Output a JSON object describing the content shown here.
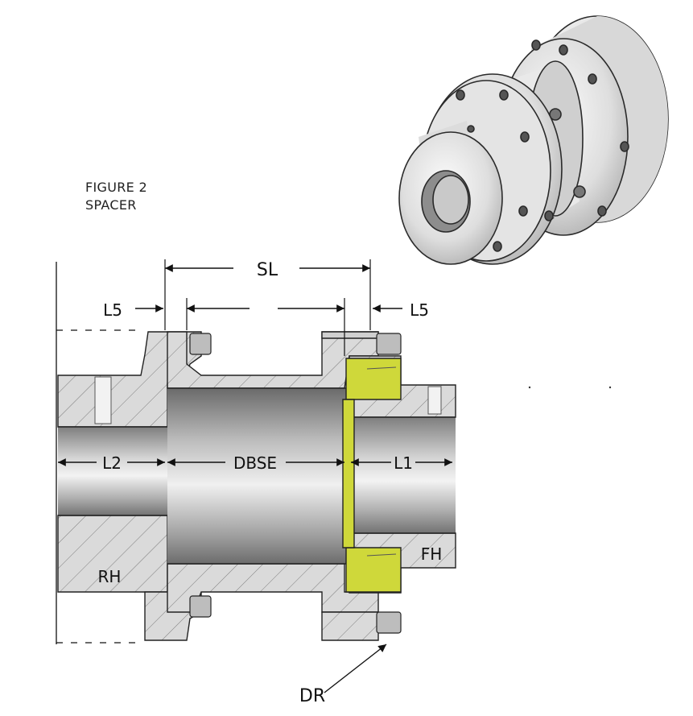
{
  "figure": {
    "caption_line1": "FIGURE 2",
    "caption_line2": "SPACER"
  },
  "dimensions": {
    "sl": "SL",
    "l5_left": "L5",
    "l5_right": "L5",
    "l2": "L2",
    "dbse": "DBSE",
    "l1": "L1"
  },
  "parts": {
    "rh": "RH",
    "fh": "FH",
    "dr": "DR"
  },
  "colors": {
    "highlight": "#cfd83a",
    "steel_light": "#e6e6e6",
    "steel_mid": "#c4c4c4",
    "steel_dark": "#8a8a8a",
    "outline": "#222222"
  }
}
